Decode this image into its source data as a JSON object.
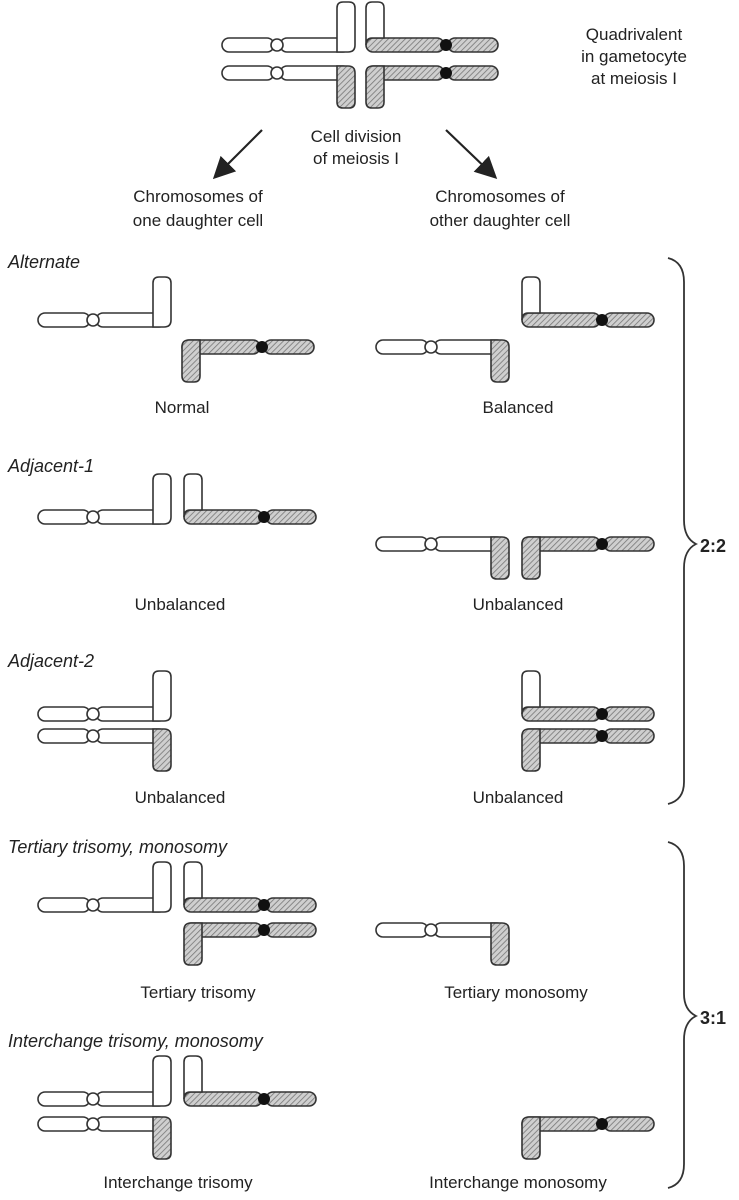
{
  "header": {
    "quadrivalent_line1": "Quadrivalent",
    "quadrivalent_line2": "in gametocyte",
    "quadrivalent_line3": "at meiosis I",
    "division_line1": "Cell division",
    "division_line2": "of meiosis I",
    "left_line1": "Chromosomes of",
    "left_line2": "one daughter cell",
    "right_line1": "Chromosomes of",
    "right_line2": "other daughter cell"
  },
  "sections": {
    "alternate": {
      "title": "Alternate",
      "left": "Normal",
      "right": "Balanced"
    },
    "adjacent1": {
      "title": "Adjacent-1",
      "left": "Unbalanced",
      "right": "Unbalanced"
    },
    "adjacent2": {
      "title": "Adjacent-2",
      "left": "Unbalanced",
      "right": "Unbalanced"
    },
    "tertiary": {
      "title": "Tertiary trisomy, monosomy",
      "left": "Tertiary trisomy",
      "right": "Tertiary monosomy"
    },
    "interchange": {
      "title": "Interchange trisomy, monosomy",
      "left": "Interchange trisomy",
      "right": "Interchange monosomy"
    }
  },
  "ratios": {
    "two_two": "2:2",
    "three_one": "3:1"
  },
  "colors": {
    "stroke": "#333333",
    "hatch_base": "#cfcfcf",
    "hatch_line": "#777777",
    "centromere": "#111111"
  }
}
